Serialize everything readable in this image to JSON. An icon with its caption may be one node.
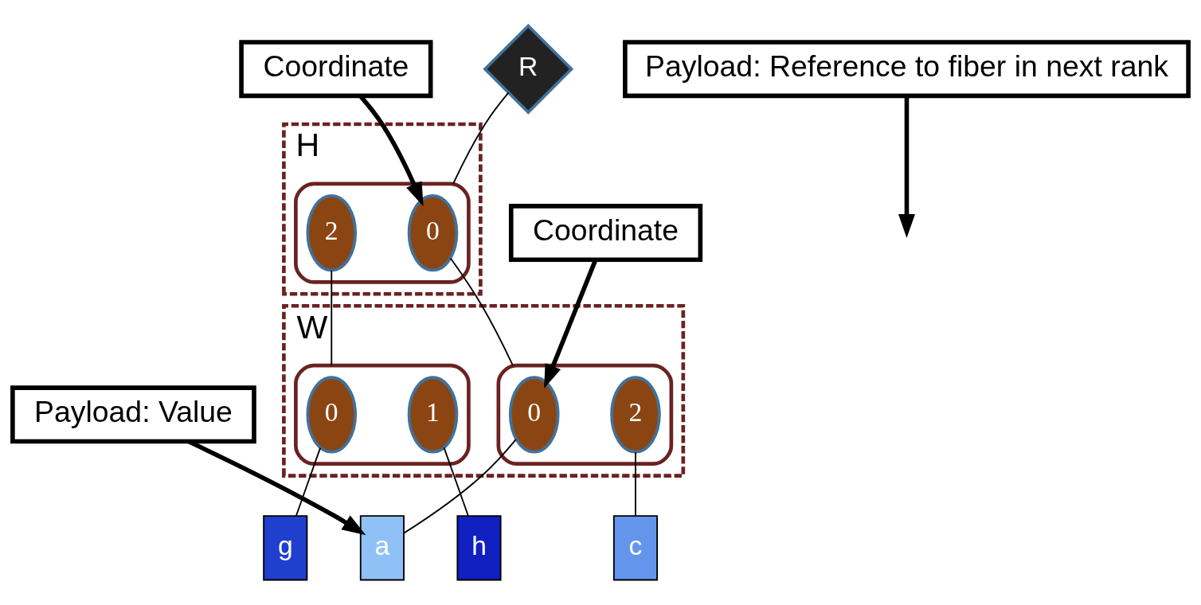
{
  "diagram": {
    "nodes": [
      {
        "text": [
          "Coordinate"
        ]
      },
      {
        "text": [
          "Payload: Reference to fiber in next rank"
        ]
      },
      {
        "text": [
          "Payload: Value"
        ]
      },
      {
        "text": [
          "Coordinate"
        ]
      },
      {
        "text": [
          "R"
        ]
      },
      {
        "text": [
          "H"
        ]
      },
      {
        "text": [],
        "shape": "ellipse",
        "in": 5
      },
      {
        "text": [
          "0"
        ],
        "in": 6
      },
      {
        "text": [
          "2"
        ],
        "in": 6
      },
      {
        "text": [
          "W"
        ]
      },
      {
        "text": [],
        "shape": "ellipse",
        "in": 9
      },
      {
        "text": [
          "0"
        ],
        "in": 10
      },
      {
        "text": [
          "2"
        ],
        "in": 10
      },
      {
        "text": [],
        "shape": "ellipse",
        "in": 9
      },
      {
        "text": [
          "0"
        ],
        "in": 13
      },
      {
        "text": [
          "1"
        ],
        "in": 13
      },
      {
        "text": [
          "a"
        ]
      },
      {
        "text": [
          "c"
        ]
      },
      {
        "text": [
          "g"
        ]
      },
      {
        "text": [
          "h"
        ]
      }
    ],
    "edges": [
      {
        "from": 4,
        "to": 6,
        "arrow": "none"
      },
      {
        "from": 7,
        "to": 10,
        "arrow": "none"
      },
      {
        "from": 8,
        "to": 13,
        "arrow": "none"
      },
      {
        "from": 11,
        "to": 16,
        "arrow": "none"
      },
      {
        "from": 12,
        "to": 17,
        "arrow": "none"
      },
      {
        "from": 14,
        "to": 18,
        "arrow": "none"
      },
      {
        "from": 15,
        "to": 19,
        "arrow": "none"
      },
      {
        "from": 0,
        "to": 7,
        "arrow": "to",
        "style": "thick"
      },
      {
        "from": 1,
        "to": null,
        "arrow": "to",
        "style": "thick"
      },
      {
        "from": 2,
        "to": 16,
        "arrow": "to",
        "style": "thick"
      },
      {
        "from": 3,
        "to": 11,
        "arrow": "to",
        "style": "thick"
      }
    ]
  }
}
